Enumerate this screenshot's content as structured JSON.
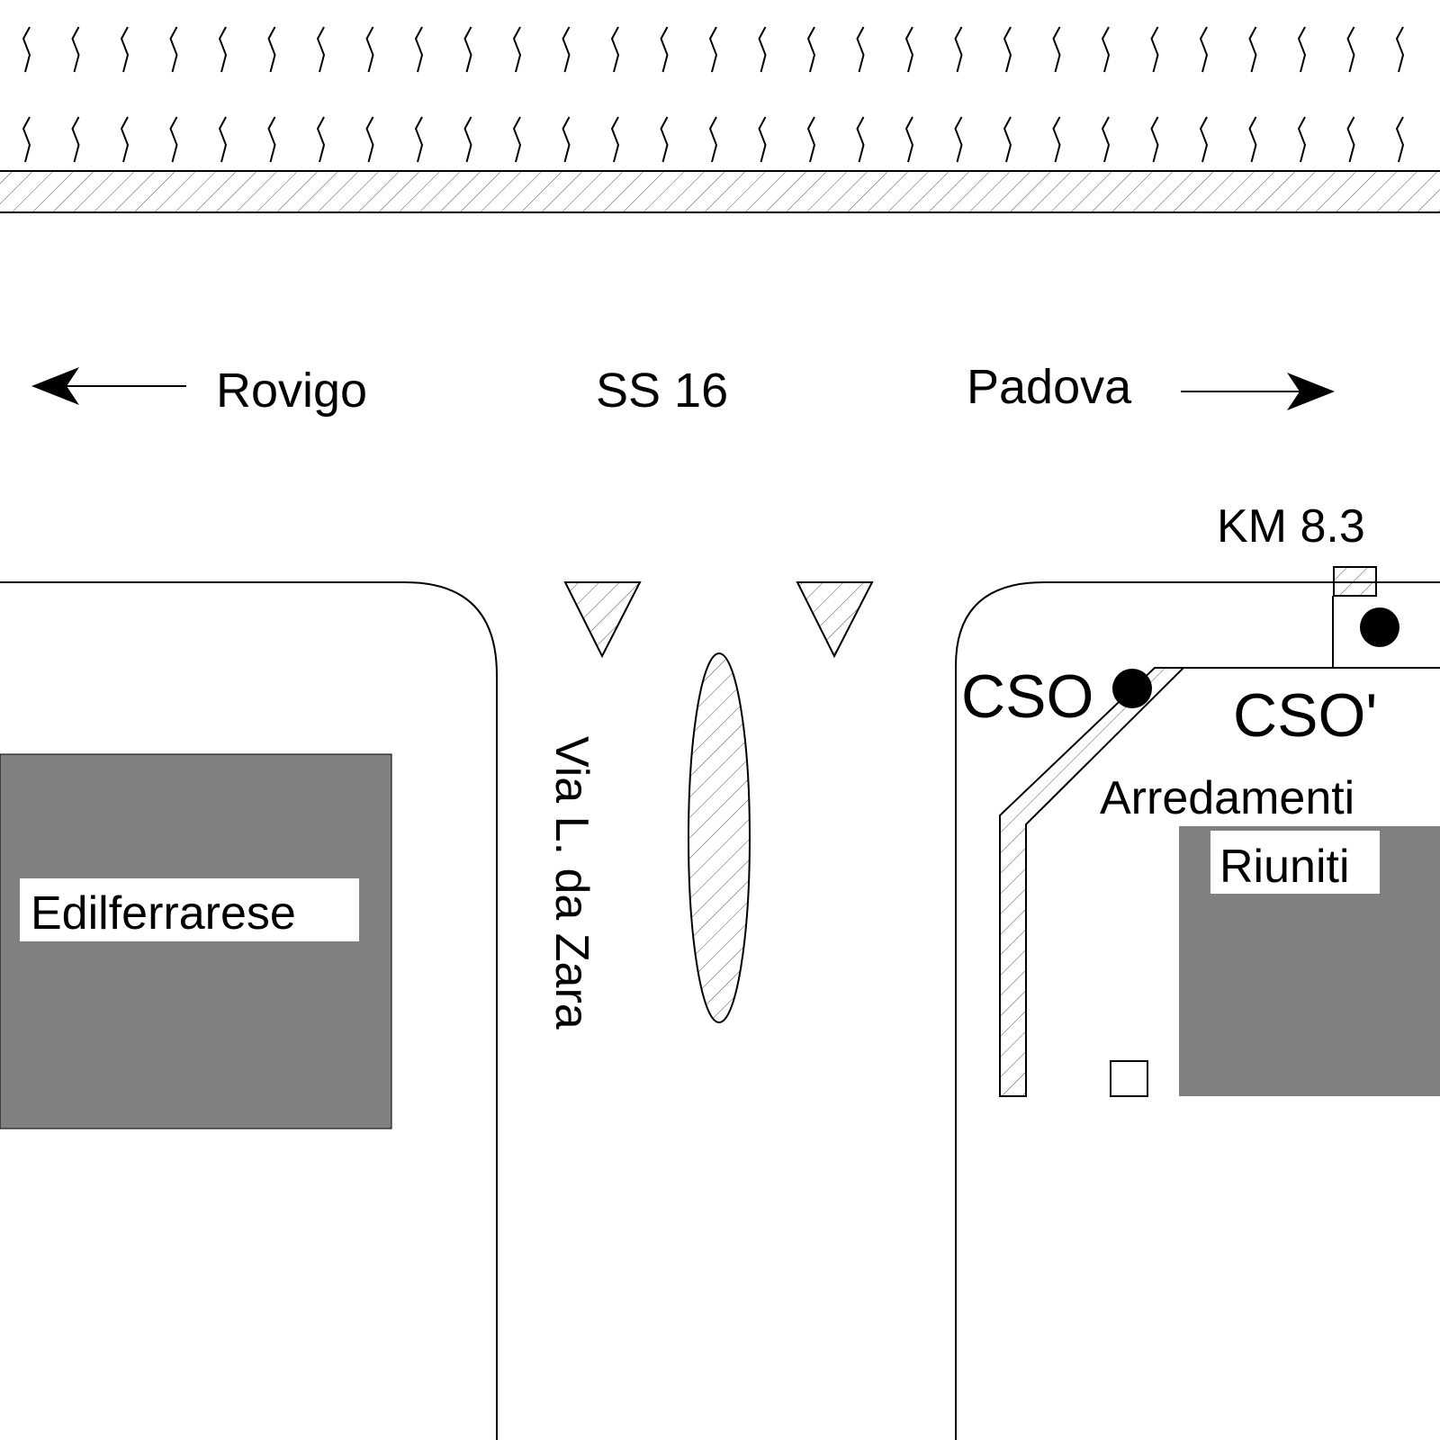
{
  "colors": {
    "building": "#808080",
    "line": "#000000",
    "background": "#ffffff"
  },
  "road": {
    "name": "SS 16",
    "west_destination": "Rovigo",
    "east_destination": "Padova"
  },
  "km_marker": "KM 8.3",
  "side_street": "Via L. da Zara",
  "points": {
    "cso": "CSO",
    "cso_prime": "CSO'"
  },
  "buildings": {
    "left": "Edilferrarese",
    "right_line1": "Arredamenti",
    "right_line2": "Riuniti"
  }
}
